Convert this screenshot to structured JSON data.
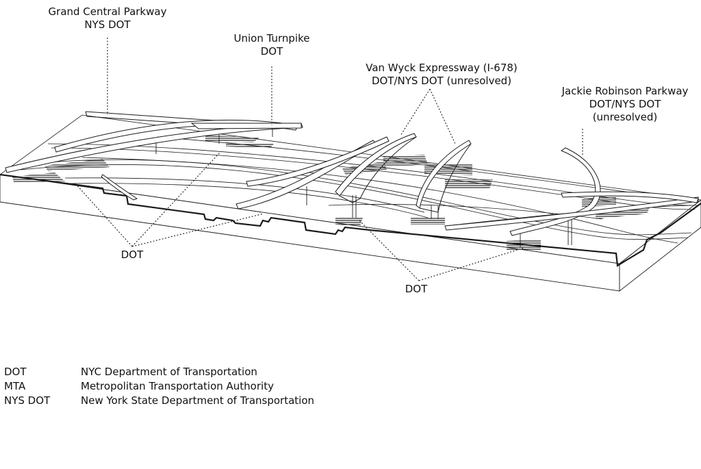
{
  "callouts": {
    "grand_central": {
      "name": "Grand Central Parkway",
      "owner": "NYS DOT"
    },
    "union_turnpike": {
      "name": "Union Turnpike",
      "owner": "DOT"
    },
    "van_wyck": {
      "name": "Van Wyck Expressway (I-678)",
      "owner": "DOT/NYS DOT (unresolved)"
    },
    "jackie_robinson": {
      "name": "Jackie Robinson Parkway",
      "owner": "DOT/NYS DOT",
      "note": "(unresolved)"
    },
    "dot_left": {
      "owner": "DOT"
    },
    "dot_right": {
      "owner": "DOT"
    }
  },
  "legend": [
    {
      "abbr": "DOT",
      "meaning": "NYC Department of Transportation"
    },
    {
      "abbr": "MTA",
      "meaning": "Metropolitan Transportation Authority"
    },
    {
      "abbr": "NYS DOT",
      "meaning": "New York State Department of Transportation"
    }
  ],
  "colors": {
    "line": "#1a1a1a",
    "road_fill": "#ffffff",
    "hatch": "#1a1a1a"
  }
}
